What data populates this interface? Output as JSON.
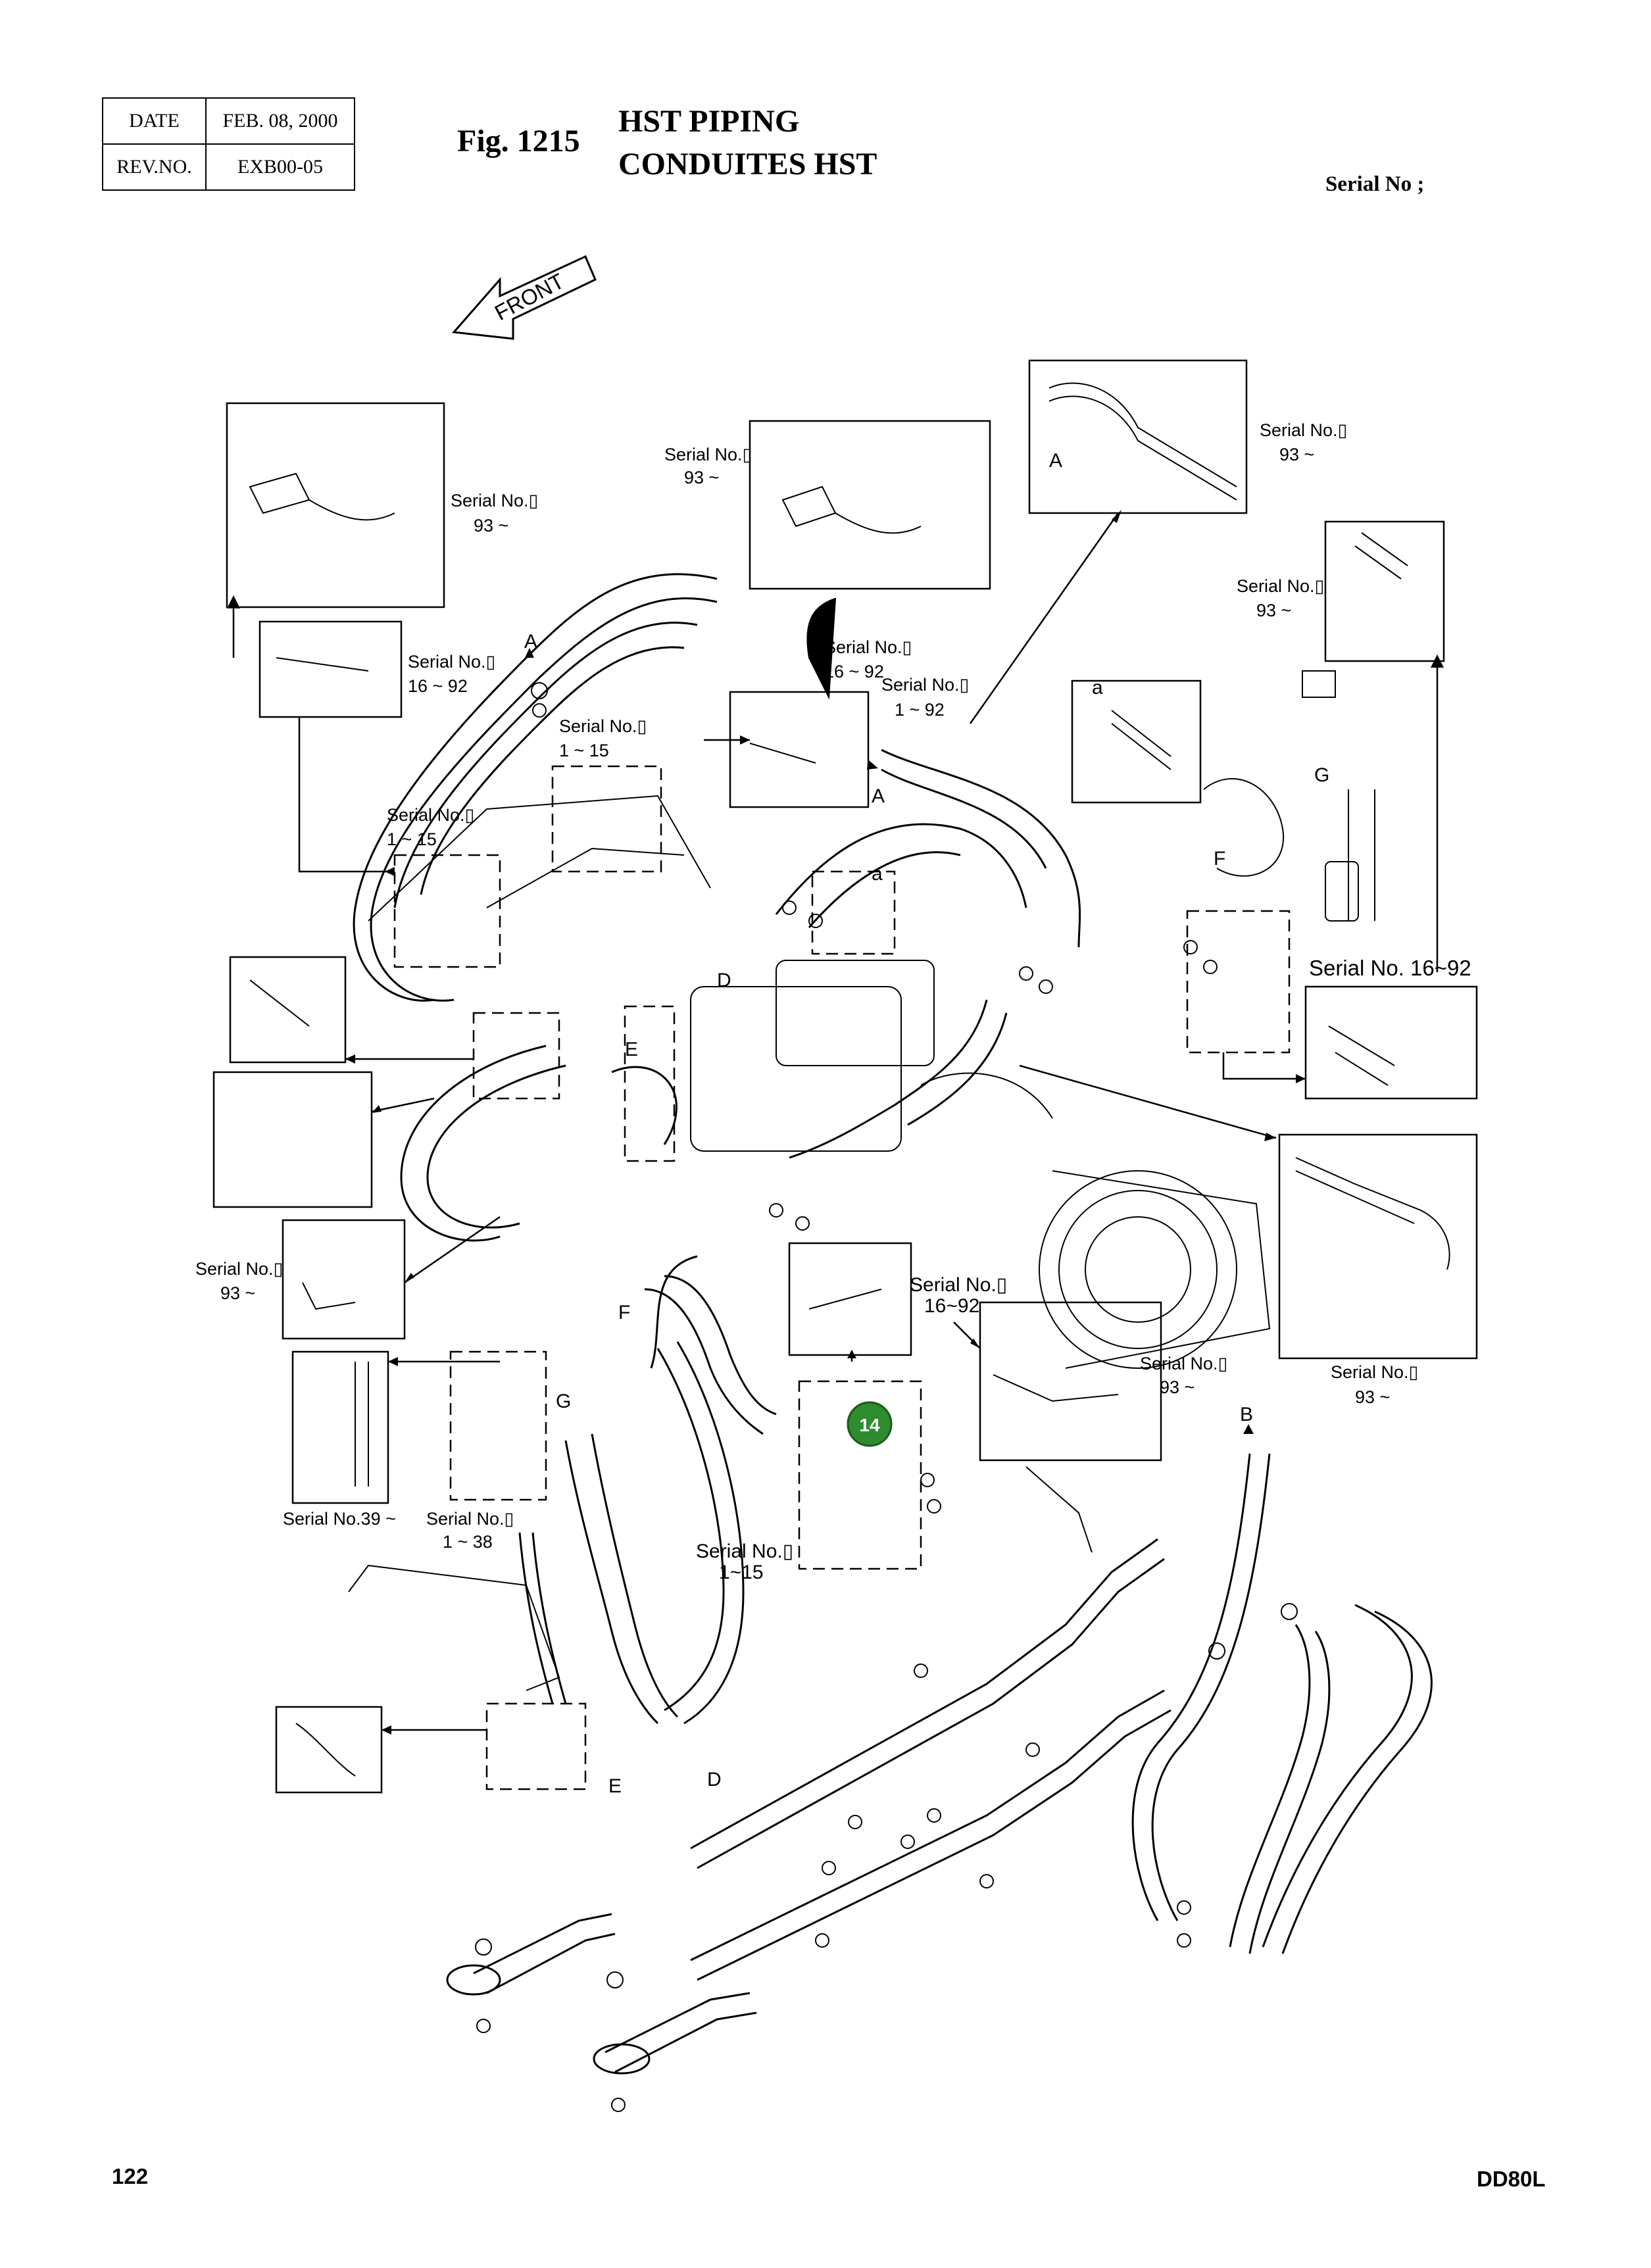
{
  "header": {
    "date_label": "DATE",
    "date_value": "FEB. 08, 2000",
    "rev_label": "REV.NO.",
    "rev_value": "EXB00-05",
    "figure_number": "Fig. 1215",
    "title_en": "HST PIPING",
    "title_fr": "CONDUITES HST",
    "serial_header": "Serial No ;"
  },
  "front_arrow_label": "FRONT",
  "callouts": {
    "serial_93_a": "Serial No.▯",
    "serial_93_a_range": "93 ~",
    "serial_93_b": "Serial No.▯",
    "serial_93_b_range": "93 ~",
    "serial_93_c": "Serial No.▯",
    "serial_93_c_range": "93 ~",
    "serial_93_d": "Serial No.▯",
    "serial_93_d_range": "93 ~",
    "serial_16_92_a": "Serial No.▯",
    "serial_16_92_a_range": "16 ~ 92",
    "serial_16_92_b": "Serial No.▯",
    "serial_16_92_b_range": "16 ~ 92",
    "serial_1_92": "Serial No.▯",
    "serial_1_92_range": "1 ~ 92",
    "serial_1_15_a": "Serial No.▯",
    "serial_1_15_a_range": "1 ~ 15",
    "serial_1_15_b": "Serial No.▯",
    "serial_1_15_b_range": "1 ~ 15",
    "serial_16_92_right": "Serial No. 16~92",
    "serial_93_left": "Serial No.▯",
    "serial_93_left_range": "93 ~",
    "serial_16_92_mid": "Serial No.▯",
    "serial_16_92_mid_range": "16~92",
    "serial_93_mid": "Serial No.▯",
    "serial_93_mid_range": "93 ~",
    "serial_93_right": "Serial No.▯",
    "serial_93_right_range": "93 ~",
    "serial_39": "Serial No.39 ~",
    "serial_1_38": "Serial No.▯",
    "serial_1_38_range": "1 ~ 38",
    "serial_1_15_c": "Serial No.▯",
    "serial_1_15_c_range": "1~15"
  },
  "letters": {
    "a1": "A",
    "a2": "A",
    "a3": "A",
    "b": "B",
    "d1": "D",
    "d2": "D",
    "e1": "E",
    "e2": "E",
    "f1": "F",
    "f2": "F",
    "g1": "G",
    "g2": "G",
    "detail_a1": "a",
    "detail_a2": "a"
  },
  "badge_number": "14",
  "badge_color": "#2e8b2e",
  "footer": {
    "page_number": "122",
    "model": "DD80L"
  }
}
